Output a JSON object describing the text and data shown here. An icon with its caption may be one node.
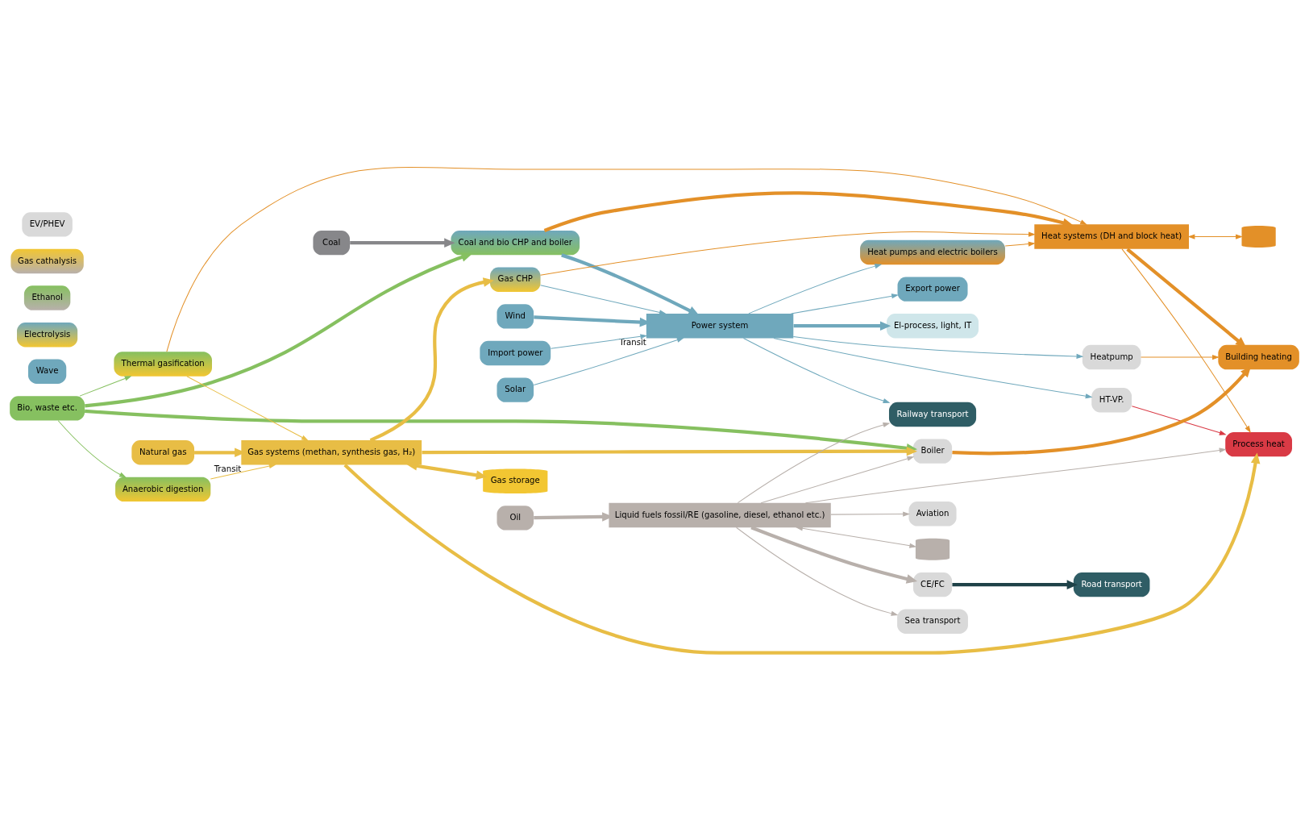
{
  "diagram": {
    "nodes": [
      {
        "text": [
          "Import power"
        ]
      },
      {
        "text": [
          "Solar"
        ]
      },
      {
        "text": [
          "Wind"
        ]
      },
      {
        "text": [
          "Wave"
        ]
      },
      {
        "text": [
          "Bio, waste etc."
        ]
      },
      {
        "text": [
          "Coal"
        ]
      },
      {
        "text": [
          "Natural gas"
        ]
      },
      {
        "text": [
          "Oil"
        ]
      },
      {
        "text": [
          "Power system"
        ],
        "beside": [
          "Transit"
        ]
      },
      {
        "text": [
          "Coal and bio CHP and boiler"
        ]
      },
      {
        "text": [
          "Gas CHP"
        ]
      },
      {
        "text": [
          "Electrolysis"
        ]
      },
      {
        "text": [
          "Heat pumps and electric boilers"
        ]
      },
      {
        "text": [
          "Heat systems (DH and block heat)"
        ]
      },
      {
        "text": [],
        "shape": "cylinder"
      },
      {
        "text": [
          "Ethanol"
        ]
      },
      {
        "text": [
          "Anaerobic digestion"
        ]
      },
      {
        "text": [
          "Gas cathalysis"
        ]
      },
      {
        "text": [
          "Thermal gasification"
        ]
      },
      {
        "text": [
          "Gas systems (methan, synthesis gas, H₂)"
        ],
        "beside": [
          "Transit"
        ]
      },
      {
        "text": [
          "Gas storage"
        ]
      },
      {
        "text": [],
        "shape": "cylinder"
      },
      {
        "text": [
          "Liquid fuels fossil/RE (gasoline, diesel, ethanol etc.)"
        ]
      },
      {
        "text": [
          "HT-VP."
        ]
      },
      {
        "text": [
          "Heatpump"
        ]
      },
      {
        "text": [
          "Boiler"
        ]
      },
      {
        "text": [
          "EV/PHEV"
        ]
      },
      {
        "text": [
          "CE/FC"
        ]
      },
      {
        "text": [
          "Export power"
        ]
      },
      {
        "text": [
          "El-process, light, IT"
        ]
      },
      {
        "text": [
          "Process heat"
        ]
      },
      {
        "text": [
          "Building heating"
        ]
      },
      {
        "text": [
          "Road transport"
        ]
      },
      {
        "text": [
          "Railway transport"
        ]
      },
      {
        "text": [
          "Sea transport"
        ]
      },
      {
        "text": [
          "Aviation"
        ]
      }
    ],
    "edges": [
      {
        "from": 0,
        "to": 8,
        "arrow": "to",
        "color": "#6fa8bc"
      },
      {
        "from": 1,
        "to": 8,
        "arrow": "to",
        "color": "#6fa8bc"
      },
      {
        "from": 2,
        "to": 8,
        "arrow": "to",
        "style": "thick",
        "color": "#6fa8bc"
      },
      {
        "from": 4,
        "to": 9,
        "arrow": "to",
        "style": "thick",
        "color": "#86c060"
      },
      {
        "from": 5,
        "to": 9,
        "arrow": "to",
        "style": "thick",
        "color": "#87878a"
      },
      {
        "from": 9,
        "to": 8,
        "arrow": "to",
        "style": "thick",
        "color": "#6fa8bc"
      },
      {
        "from": 9,
        "to": 13,
        "arrow": "to",
        "style": "thick",
        "color": "#e39028"
      },
      {
        "from": 10,
        "to": 8,
        "arrow": "to",
        "color": "#6fa8bc"
      },
      {
        "from": 10,
        "to": 13,
        "arrow": "to",
        "color": "#e39028"
      },
      {
        "from": 19,
        "to": 10,
        "arrow": "to",
        "style": "thick",
        "color": "#e8bd45"
      },
      {
        "from": 8,
        "to": 12,
        "arrow": "to",
        "color": "#6fa8bc"
      },
      {
        "from": 12,
        "to": 13,
        "arrow": "to",
        "color": "#e39028"
      },
      {
        "from": 13,
        "to": 14,
        "arrow": "both",
        "color": "#e39028"
      },
      {
        "from": 8,
        "to": 28,
        "arrow": "to",
        "color": "#6fa8bc"
      },
      {
        "from": 8,
        "to": 29,
        "arrow": "to",
        "style": "thick",
        "color": "#6fa8bc"
      },
      {
        "from": 8,
        "to": 23,
        "arrow": "to",
        "color": "#6fa8bc"
      },
      {
        "from": 8,
        "to": 24,
        "arrow": "to",
        "color": "#6fa8bc"
      },
      {
        "from": 8,
        "to": 33,
        "arrow": "to",
        "color": "#6fa8bc"
      },
      {
        "from": 4,
        "to": 25,
        "arrow": "to",
        "style": "thick",
        "color": "#86c060"
      },
      {
        "from": 4,
        "to": 16,
        "arrow": "to",
        "color": "#86c060"
      },
      {
        "from": 4,
        "to": 18,
        "arrow": "to",
        "color": "#86c060"
      },
      {
        "from": 16,
        "to": 19,
        "arrow": "to",
        "color": "#e8bd45"
      },
      {
        "from": 18,
        "to": 19,
        "arrow": "to",
        "color": "#e8bd45"
      },
      {
        "from": 18,
        "to": 13,
        "arrow": "to",
        "color": "#e39028"
      },
      {
        "from": 6,
        "to": 19,
        "arrow": "to",
        "style": "thick",
        "color": "#e8bd45"
      },
      {
        "from": 19,
        "to": 20,
        "arrow": "both",
        "style": "thick",
        "color": "#e8bd45"
      },
      {
        "from": 19,
        "to": 30,
        "arrow": "to",
        "style": "thick",
        "color": "#e8bd45"
      },
      {
        "from": 19,
        "to": 25,
        "arrow": "to",
        "style": "thick",
        "color": "#e8bd45"
      },
      {
        "from": 13,
        "to": 30,
        "arrow": "to",
        "color": "#e39028"
      },
      {
        "from": 13,
        "to": 31,
        "arrow": "to",
        "style": "thick",
        "color": "#e39028"
      },
      {
        "from": 23,
        "to": 30,
        "arrow": "to",
        "color": "#d93a45"
      },
      {
        "from": 24,
        "to": 31,
        "arrow": "to",
        "color": "#e39028"
      },
      {
        "from": 25,
        "to": 31,
        "arrow": "to",
        "style": "thick",
        "color": "#e39028"
      },
      {
        "from": 27,
        "to": 32,
        "arrow": "to",
        "style": "thick",
        "color": "#1f4248"
      },
      {
        "from": 7,
        "to": 22,
        "arrow": "to",
        "style": "thick",
        "color": "#b8b0ab"
      },
      {
        "from": 22,
        "to": 21,
        "arrow": "both",
        "color": "#b8b0ab"
      },
      {
        "from": 22,
        "to": 27,
        "arrow": "to",
        "style": "thick",
        "color": "#b8b0ab"
      },
      {
        "from": 22,
        "to": 30,
        "arrow": "to",
        "color": "#b8b0ab"
      },
      {
        "from": 22,
        "to": 25,
        "arrow": "to",
        "color": "#b8b0ab"
      },
      {
        "from": 22,
        "to": 33,
        "arrow": "to",
        "color": "#b8b0ab"
      },
      {
        "from": 22,
        "to": 34,
        "arrow": "to",
        "color": "#b8b0ab"
      },
      {
        "from": 22,
        "to": 35,
        "arrow": "to",
        "color": "#b8b0ab"
      }
    ]
  }
}
